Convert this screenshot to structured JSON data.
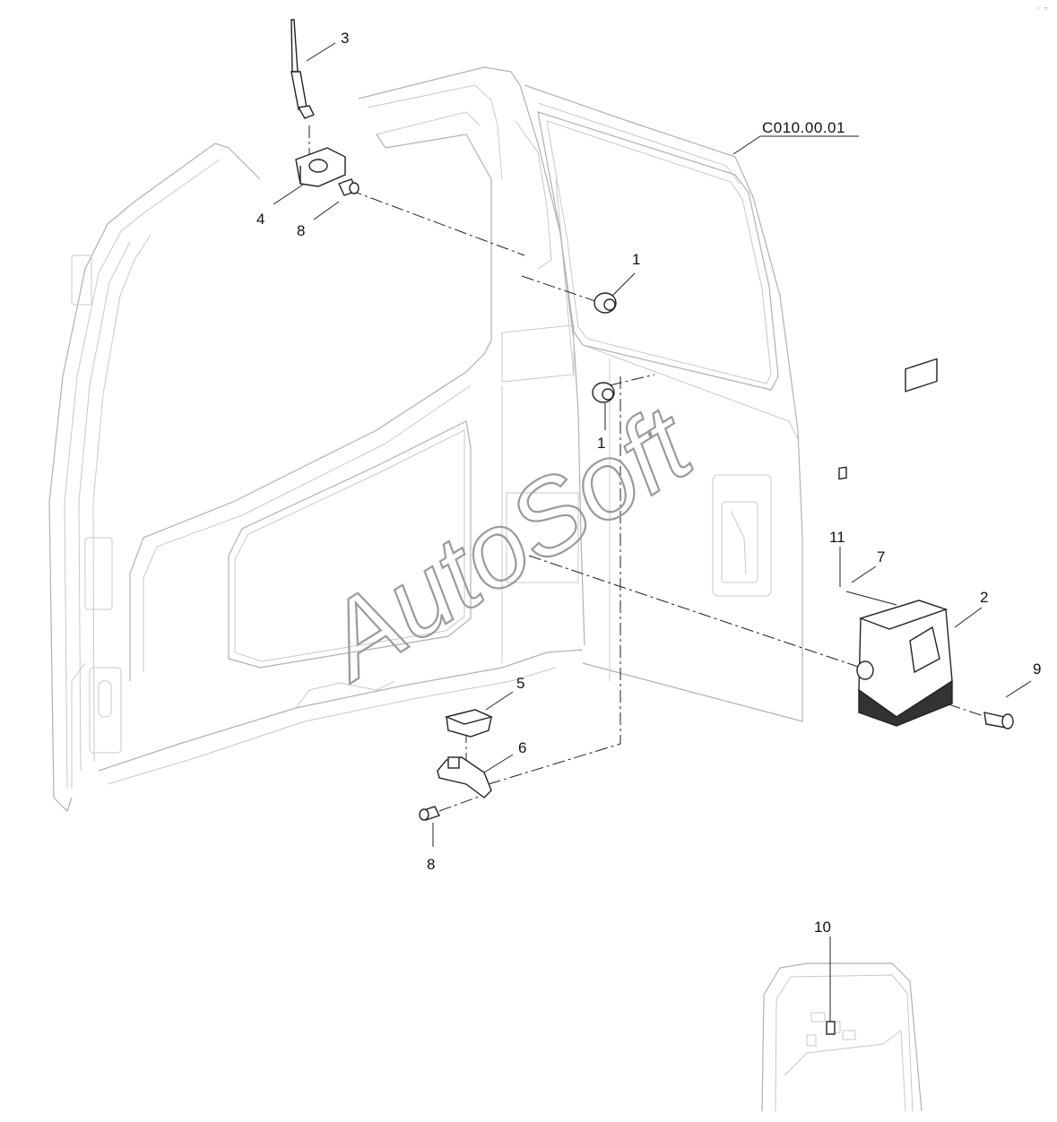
{
  "diagram": {
    "reference_code": "C010.00.01",
    "watermark": "AutoSoft",
    "corner_mark": "☞ ≈",
    "callouts": [
      {
        "id": "c3",
        "text": "3"
      },
      {
        "id": "c4",
        "text": "4"
      },
      {
        "id": "c8a",
        "text": "8"
      },
      {
        "id": "c1a",
        "text": "1"
      },
      {
        "id": "c1b",
        "text": "1"
      },
      {
        "id": "c11",
        "text": "11"
      },
      {
        "id": "c7",
        "text": "7"
      },
      {
        "id": "c2",
        "text": "2"
      },
      {
        "id": "c9",
        "text": "9"
      },
      {
        "id": "c5",
        "text": "5"
      },
      {
        "id": "c6",
        "text": "6"
      },
      {
        "id": "c8b",
        "text": "8"
      },
      {
        "id": "c10",
        "text": "10"
      }
    ]
  }
}
